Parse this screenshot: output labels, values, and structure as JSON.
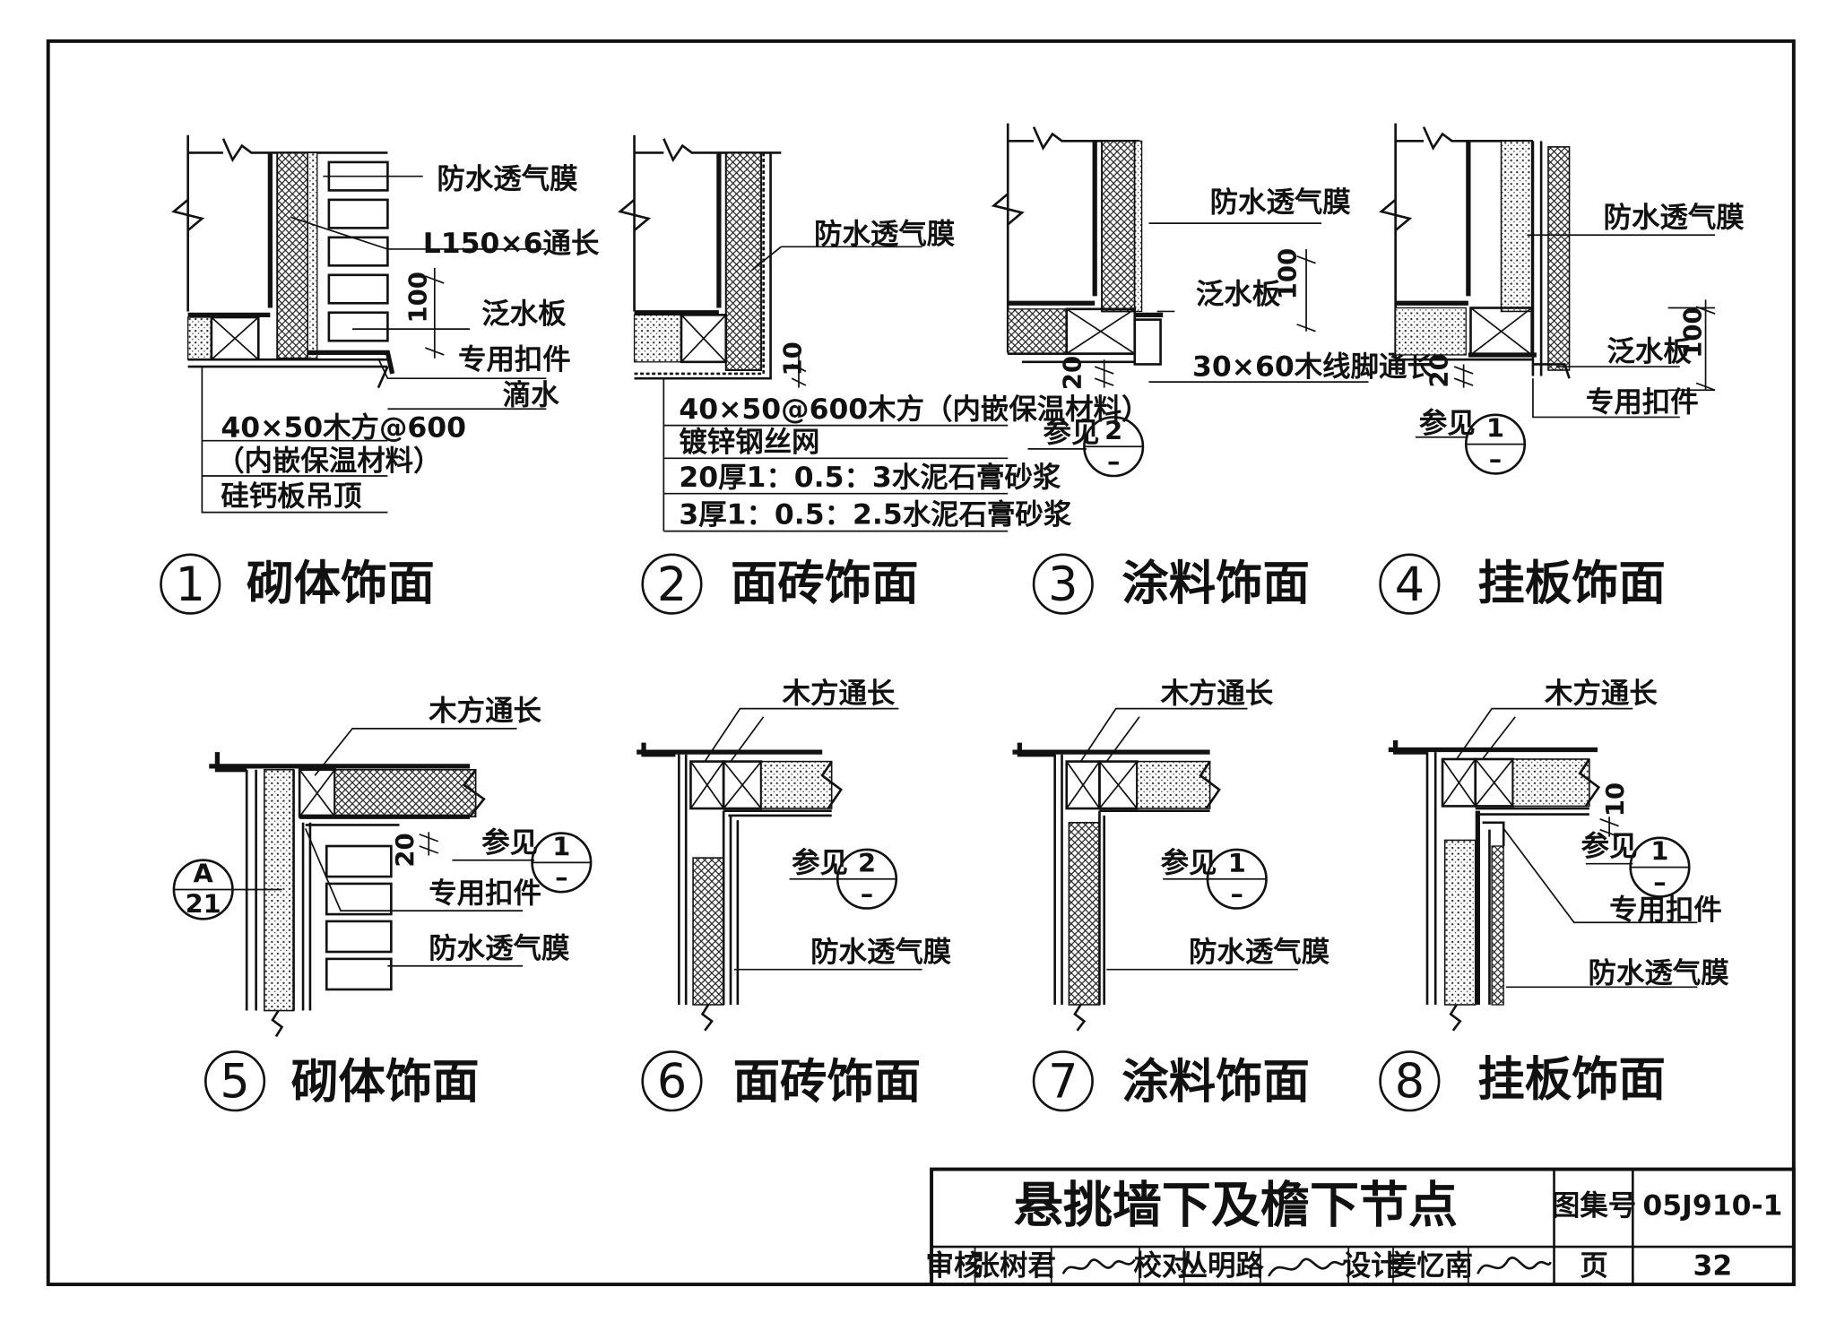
{
  "details": [
    {
      "number": "1",
      "caption": "砌体饰面",
      "labels": [
        "防水透气膜",
        "L150×6通长",
        "泛水板",
        "专用扣件",
        "滴水",
        "40×50木方@600",
        "（内嵌保温材料）",
        "硅钙板吊顶"
      ],
      "dims": [
        "100"
      ]
    },
    {
      "number": "2",
      "caption": "面砖饰面",
      "labels": [
        "防水透气膜",
        "40×50@600木方（内嵌保温材料）",
        "镀锌钢丝网",
        "20厚1：0.5：3水泥石膏砂浆",
        "3厚1：0.5：2.5水泥石膏砂浆"
      ],
      "dims": [
        "10"
      ]
    },
    {
      "number": "3",
      "caption": "涂料饰面",
      "labels": [
        "防水透气膜",
        "泛水板",
        "30×60木线脚通长",
        "参见"
      ],
      "dims": [
        "100",
        "20"
      ],
      "ref": {
        "top": "2",
        "bottom": "–"
      }
    },
    {
      "number": "4",
      "caption": "挂板饰面",
      "labels": [
        "防水透气膜",
        "泛水板",
        "专用扣件",
        "参见"
      ],
      "dims": [
        "100",
        "20"
      ],
      "ref": {
        "top": "1",
        "bottom": "–"
      }
    },
    {
      "number": "5",
      "caption": "砌体饰面",
      "labels": [
        "木方通长",
        "参见",
        "专用扣件",
        "防水透气膜"
      ],
      "dims": [
        "20"
      ],
      "ref": {
        "top": "1",
        "bottom": "–"
      },
      "ref2": {
        "top": "A",
        "bottom": "21"
      }
    },
    {
      "number": "6",
      "caption": "面砖饰面",
      "labels": [
        "木方通长",
        "参见",
        "防水透气膜"
      ],
      "ref": {
        "top": "2",
        "bottom": "–"
      }
    },
    {
      "number": "7",
      "caption": "涂料饰面",
      "labels": [
        "木方通长",
        "参见",
        "防水透气膜"
      ],
      "ref": {
        "top": "1",
        "bottom": "–"
      }
    },
    {
      "number": "8",
      "caption": "挂板饰面",
      "labels": [
        "木方通长",
        "参见",
        "专用扣件",
        "防水透气膜"
      ],
      "dims": [
        "10"
      ],
      "ref": {
        "top": "1",
        "bottom": "–"
      }
    }
  ],
  "title_block": {
    "title": "悬挑墙下及檐下节点",
    "atlas_label": "图集号",
    "atlas_no": "05J910-1",
    "review_label": "审核",
    "reviewer": "张树君",
    "check_label": "校对",
    "checker": "丛明路",
    "design_label": "设计",
    "designer": "姜忆南",
    "page_label": "页",
    "page_no": "32"
  }
}
